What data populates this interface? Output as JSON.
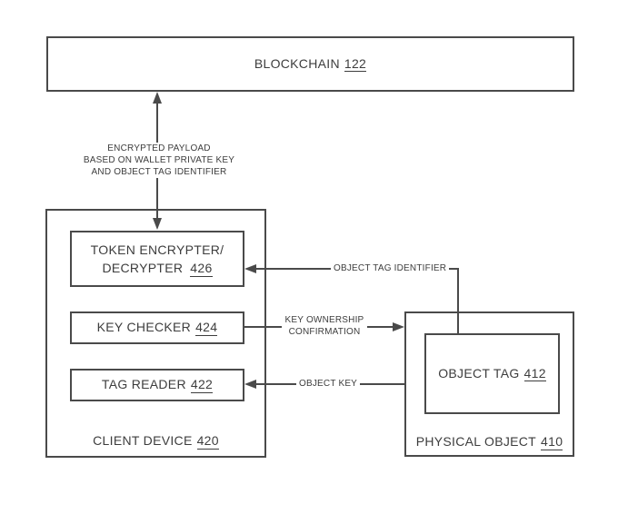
{
  "blockchain": {
    "name": "BLOCKCHAIN",
    "ref": "122"
  },
  "client_device": {
    "name": "CLIENT DEVICE",
    "ref": "420",
    "token_encrypter": {
      "line1": "TOKEN ENCRYPTER/",
      "line2": "DECRYPTER",
      "ref": "426"
    },
    "key_checker": {
      "name": "KEY CHECKER",
      "ref": "424"
    },
    "tag_reader": {
      "name": "TAG READER",
      "ref": "422"
    }
  },
  "physical_object": {
    "name": "PHYSICAL OBJECT",
    "ref": "410",
    "object_tag": {
      "name": "OBJECT TAG",
      "ref": "412"
    }
  },
  "connections": {
    "encrypted_payload": {
      "line1": "ENCRYPTED PAYLOAD",
      "line2": "BASED ON WALLET PRIVATE KEY",
      "line3": "AND OBJECT TAG IDENTIFIER"
    },
    "object_tag_identifier": {
      "label": "OBJECT TAG IDENTIFIER"
    },
    "key_ownership": {
      "line1": "KEY OWNERSHIP",
      "line2": "CONFIRMATION"
    },
    "object_key": {
      "label": "OBJECT KEY"
    }
  },
  "colors": {
    "line": "#4a4a4a",
    "text": "#3d3d3d",
    "background": "#ffffff"
  }
}
